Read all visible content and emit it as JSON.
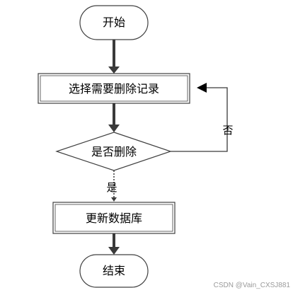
{
  "nodes": {
    "start": "开始",
    "select": "选择需要删除记录",
    "decision": "是否删除",
    "update": "更新数据库",
    "end": "结束"
  },
  "edges": {
    "no_label": "否",
    "yes_label": "是"
  },
  "watermark": "CSDN @Vain_CXSJ881",
  "colors": {
    "shape_stroke": "#404040",
    "arrow": "#3a3a3a",
    "fill": "#ffffff"
  }
}
